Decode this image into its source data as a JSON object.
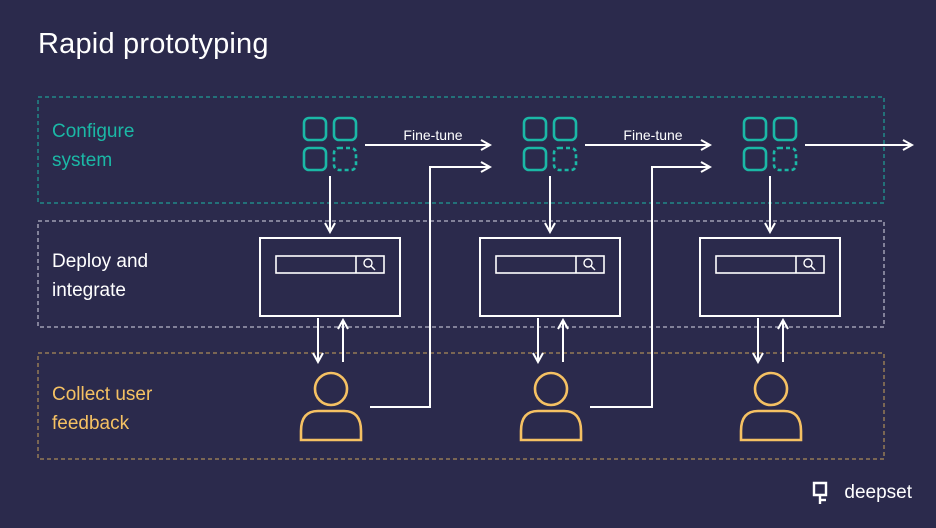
{
  "title": "Rapid prototyping",
  "lanes": {
    "configure": "Configure\nsystem",
    "deploy": "Deploy and\nintegrate",
    "feedback": "Collect user\nfeedback"
  },
  "edges": {
    "finetune_1": "Fine-tune",
    "finetune_2": "Fine-tune"
  },
  "brand": {
    "name": "deepset"
  },
  "colors": {
    "background": "#2b2a4c",
    "configure": "#1bb8a6",
    "deploy": "#ffffff",
    "feedback": "#f5c163"
  },
  "icons": [
    "grid-config-icon",
    "search-window-icon",
    "search-icon",
    "user-icon",
    "deepset-logo-icon"
  ]
}
